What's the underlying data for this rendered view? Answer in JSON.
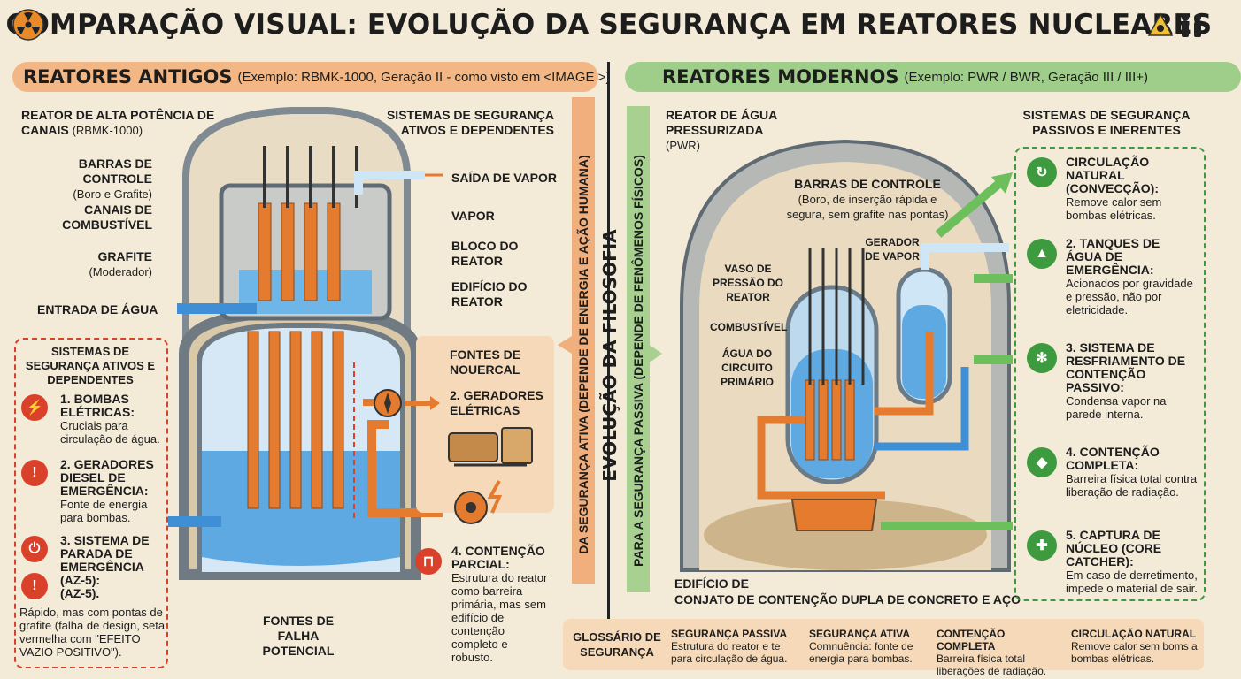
{
  "title": "COMPARAÇÃO VISUAL: EVOLUÇÃO DA SEGURANÇA EM REATORES NUCLEARES",
  "left_header": {
    "title": "REATORES ANTIGOS",
    "subtitle": "(Exemplo: RBMK-1000, Geração II - como visto em <IMAGE >)"
  },
  "right_header": {
    "title": "REATORES MODERNOS",
    "subtitle": "(Exemplo: PWR / BWR, Geração III / III+)"
  },
  "left": {
    "reactor_title": "REATOR DE ALTA POTÊNCIA DE CANAIS",
    "reactor_model": "(RBMK-1000)",
    "sys_title": "SISTEMAS DE SEGURANÇA ATIVOS E DEPENDENTES",
    "control_rods": "BARRAS DE CONTROLE",
    "control_rods_sub": "(Boro e Grafite)",
    "fuel_channels": "CANAIS DE COMBUSTÍVEL",
    "graphite": "GRAFITE",
    "graphite_sub": "(Moderador)",
    "water_in": "ENTRADA DE ÁGUA",
    "steam_out": "SAÍDA DE VAPOR",
    "steam": "VAPOR",
    "block": "BLOCO DO REATOR",
    "building": "EDIFÍCIO DO REATOR",
    "sources": "FONTES DE NOUERCAL",
    "generators": "2. GERADORES ELÉTRICAS",
    "fail_sources": "FONTES DE FALHA POTENCIAL",
    "contain_title": "4. CONTENÇÃO PARCIAL:",
    "contain_text": "Estrutura do reator como barreira primária, mas sem edifício de contenção completo e robusto.",
    "box_title": "SISTEMAS DE SEGURANÇA ATIVOS E DEPENDENTES",
    "b1_title": "1. BOMBAS ELÉTRICAS:",
    "b1_text": "Cruciais para circulação de água.",
    "b2_title": "2. GERADORES DIESEL DE EMERGÊNCIA:",
    "b2_text": "Fonte de energia para bombas.",
    "b3_title": "3. SISTEMA DE PARADA DE EMERGÊNCIA (AZ-5):",
    "b3_extra": "(AZ-5).",
    "b3_text": "Rápido, mas com pontas de grafite (falha de design, seta vermelha com \"EFEITO VAZIO POSITIVO\")."
  },
  "middle": {
    "left_text": "DA SEGURANÇA ATIVA (DEPENDE DE ENERGIA E AÇÃO HUMANA)",
    "center_text": "EVOLUÇÃO DA FILOSOFIA",
    "right_text": "PARA A SEGURANÇA PASSIVA (DEPENDE DE FENÔMENOS FÍSICOS)"
  },
  "right": {
    "reactor_title": "REATOR DE ÁGUA PRESSURIZADA",
    "reactor_model": "(PWR)",
    "sys_title": "SISTEMAS DE SEGURANÇA PASSIVOS E INERENTES",
    "control_rods": "BARRAS DE CONTROLE",
    "control_rods_sub": "(Boro, de inserção rápida e segura, sem grafite nas pontas)",
    "vessel": "VASO DE PRESSÃO DO REATOR",
    "fuel": "COMBUSTÍVEL",
    "primary": "ÁGUA DO CIRCUITO PRIMÁRIO",
    "generator": "GERADOR DE VAPOR",
    "building_line1": "EDIFÍCIO DE",
    "building_line2": "CONJATO DE CONTENÇÃO DUPLA DE CONCRETO E AÇO",
    "items": [
      {
        "title": "CIRCULAÇÃO NATURAL (CONVECÇÃO):",
        "text": "Remove calor sem bombas elétricas.",
        "icon": "recycle-icon"
      },
      {
        "title": "2. TANQUES DE ÁGUA DE EMERGÊNCIA:",
        "text": "Acionados por gravidade e pressão, não por eletricidade.",
        "icon": "tank-icon"
      },
      {
        "title": "3. SISTEMA DE RESFRIAMENTO DE CONTENÇÃO PASSIVO:",
        "text": "Condensa vapor na parede interna.",
        "icon": "snowflake-icon"
      },
      {
        "title": "4. CONTENÇÃO COMPLETA:",
        "text": "Barreira física total contra liberação de radiação.",
        "icon": "shield-icon"
      },
      {
        "title": "5. CAPTURA DE NÚCLEO (CORE CATCHER):",
        "text": "Em caso de derretimento, impede o material de sair.",
        "icon": "shield-plus-icon"
      }
    ]
  },
  "glossary": {
    "title": "GLOSSÁRIO DE SEGURANÇA",
    "items": [
      {
        "term": "SEGURANÇA PASSIVA",
        "def": "Estrutura do reator e te para circulação de água."
      },
      {
        "term": "SEGURANÇA ATIVA",
        "def": "Comnuência: fonte de energia para bombas."
      },
      {
        "term": "CONTENÇÃO COMPLETA",
        "def": "Barreira física total liberações de radiação."
      },
      {
        "term": "CIRCULAÇÃO NATURAL",
        "def": "Remove calor sem boms a bombas elétricas."
      }
    ]
  },
  "colors": {
    "old_header": "#f2b784",
    "new_header": "#9fcd8a",
    "danger": "#d9412b",
    "safe": "#3e9a3e",
    "water": "#3f8fd6",
    "fuel": "#e47b2e"
  }
}
